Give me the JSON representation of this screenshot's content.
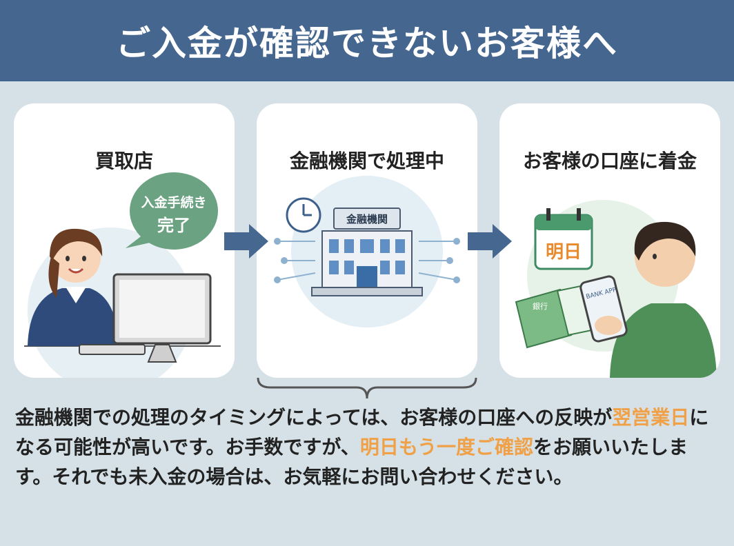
{
  "header": {
    "title": "ご入金が確認できないお客様へ"
  },
  "steps": [
    {
      "label": "買取店",
      "bubble_line1": "入金手続き",
      "bubble_line2": "完了"
    },
    {
      "label": "金融機関で処理中",
      "building_sign": "金融機関"
    },
    {
      "label": "お客様の口座に着金",
      "calendar_text": "明日",
      "passbook_text": "銀行",
      "phone_text": "BANK APP"
    }
  ],
  "description": {
    "part1": "金融機関での処理のタイミングによっては、お客様の口座への反映が",
    "highlight1": "翌営業日",
    "part2": "になる可能性が高いです。お手数ですが、",
    "highlight2": "明日もう一度ご確認",
    "part3": "をお願いいたします。それでも未入金の場合は、お気軽にお問い合わせください。"
  },
  "colors": {
    "header": "#45668f",
    "background": "#d5e1e6",
    "highlight": "#f0a046",
    "arrow": "#46678f"
  }
}
